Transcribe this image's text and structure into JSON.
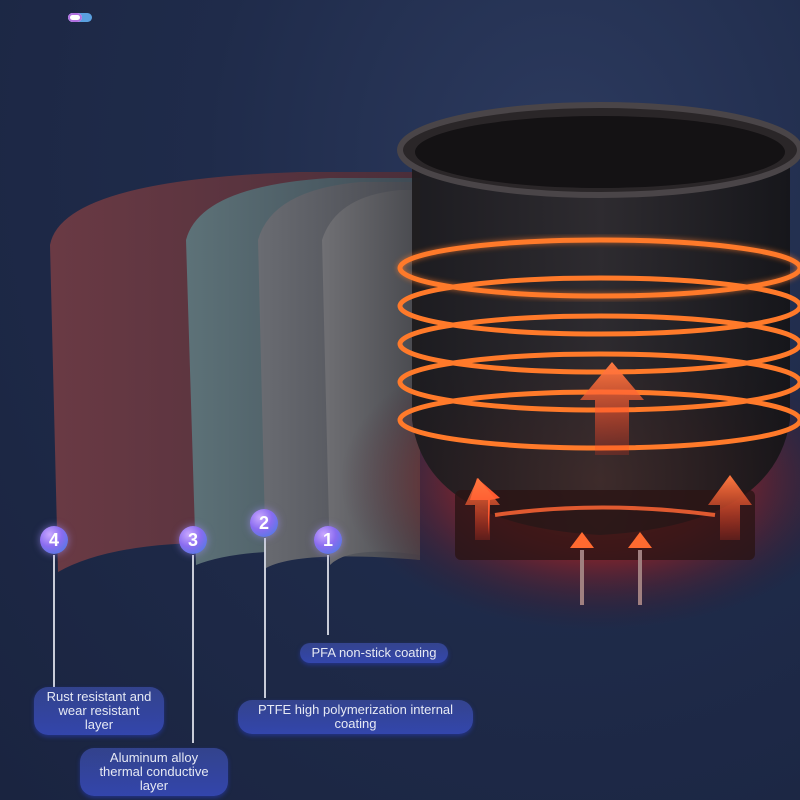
{
  "layers": [
    {
      "number": "1",
      "label": "PFA non-stick coating"
    },
    {
      "number": "2",
      "label": "PTFE high polymerization internal coating"
    },
    {
      "number": "3",
      "label": "Aluminum alloy thermal conductive layer"
    },
    {
      "number": "4",
      "label": "Rust resistant and wear resistant layer"
    }
  ],
  "colors": {
    "heat": "#ff7a2a",
    "badge": "#8a6cf0",
    "background": "#1f2b4a"
  }
}
